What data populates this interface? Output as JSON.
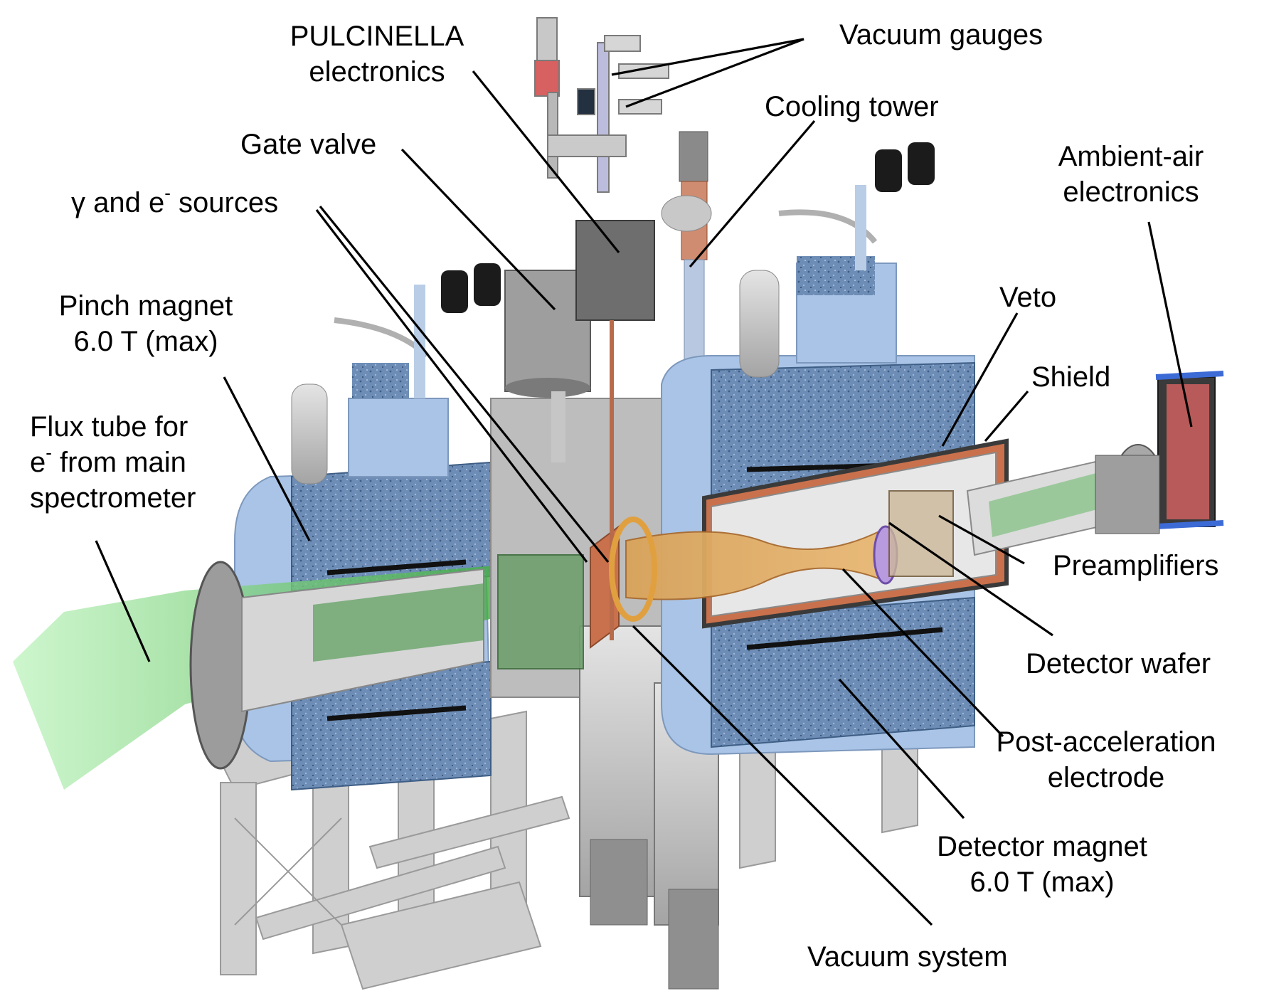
{
  "colors": {
    "magnet_light_blue": "#a9c4e6",
    "magnet_speckle_blue": "#5f7fa8",
    "steel_grey": "#c4c4c4",
    "flux_tube_green": "#8fe08f",
    "copper": "#c9714c",
    "leader_line": "#000000"
  },
  "labels": {
    "pulcinella": [
      "PULCINELLA",
      "electronics"
    ],
    "vacuum_gauges": "Vacuum gauges",
    "cooling_tower": "Cooling tower",
    "gate_valve": "Gate valve",
    "sources_gamma": "γ",
    "sources_and_e": "and e",
    "sources_sup": "-",
    "sources_rest": "sources",
    "ambient_air": [
      "Ambient-air",
      "electronics"
    ],
    "pinch_magnet": [
      "Pinch magnet",
      "6.0 T (max)"
    ],
    "veto": "Veto",
    "shield": "Shield",
    "flux_tube_line1": "Flux tube for",
    "flux_tube_e": "e",
    "flux_tube_sup": "-",
    "flux_tube_line2_rest": "from main",
    "flux_tube_line3": "spectrometer",
    "preamplifiers": "Preamplifiers",
    "detector_wafer": "Detector wafer",
    "post_acceleration": [
      "Post-acceleration",
      "electrode"
    ],
    "detector_magnet": [
      "Detector magnet",
      "6.0 T (max)"
    ],
    "vacuum_system": "Vacuum system"
  },
  "icons": [
    "speckle-texture"
  ]
}
